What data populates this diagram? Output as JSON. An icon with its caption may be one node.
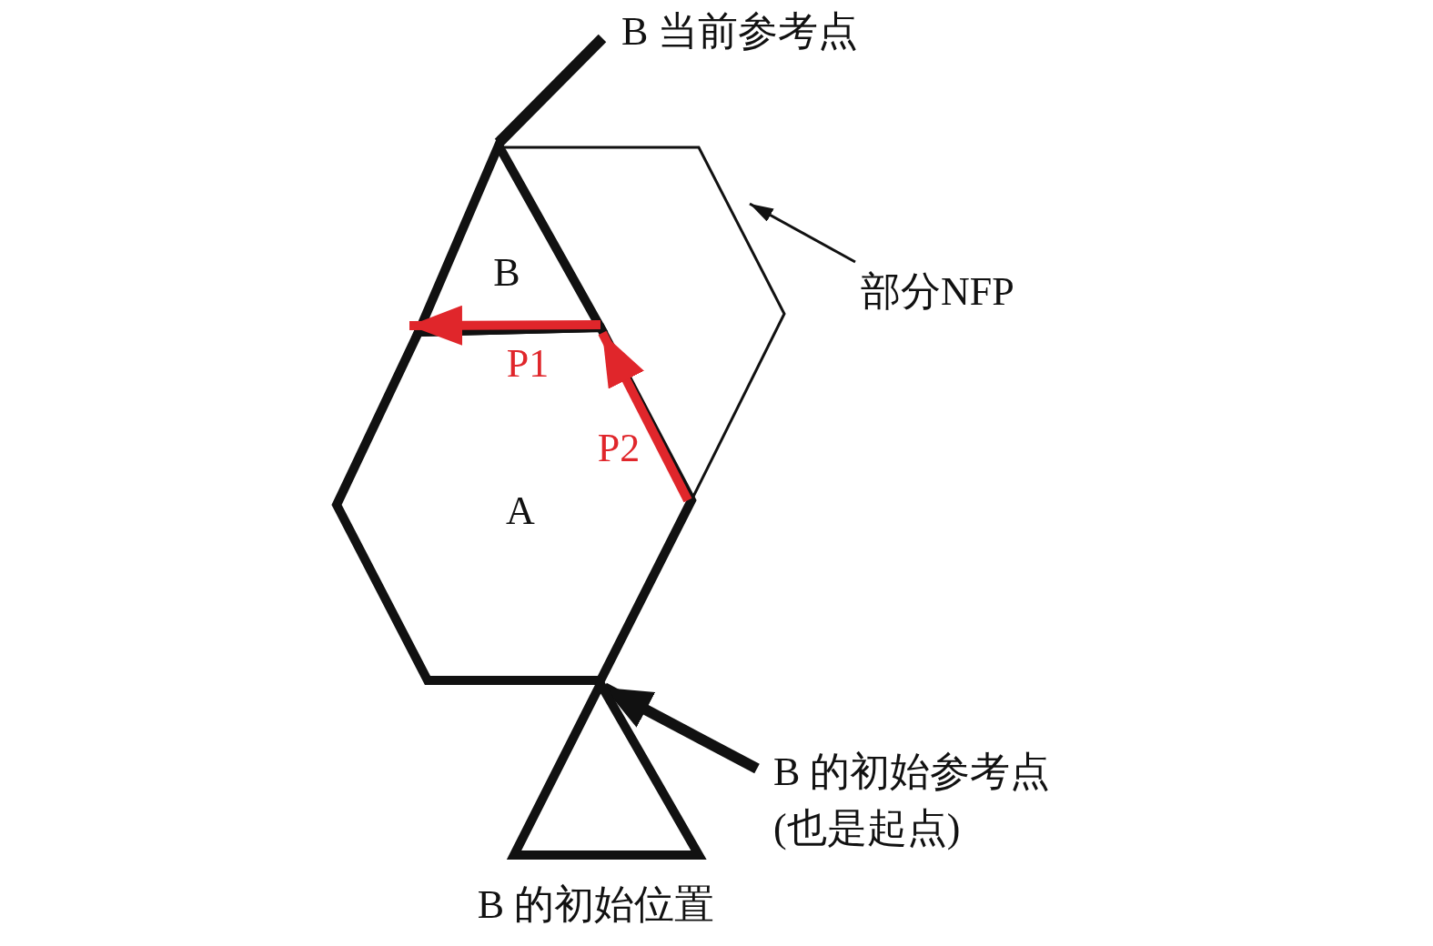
{
  "diagram": {
    "nodes": [
      {
        "text": [
          "B 当前参考点"
        ]
      },
      {
        "text": [],
        "shape": "line"
      },
      {
        "text": [
          "部分NFP"
        ]
      },
      {
        "text": [
          "A"
        ]
      },
      {
        "text": [
          "B"
        ]
      },
      {
        "text": [],
        "shape": "triangle",
        "beside": [
          "B 的初始位置"
        ]
      },
      {
        "text": [
          "B 的初始参考点 (也是起点)"
        ]
      }
    ],
    "edges": [
      {
        "from": 0,
        "to": 4,
        "arrow": "none"
      },
      {
        "from": 2,
        "to": 1,
        "arrow": "to"
      },
      {
        "from": 6,
        "to": 5,
        "arrow": "to"
      },
      {
        "from": 1,
        "to": 4,
        "arrow": "to",
        "label": "P2",
        "color": "#e0262b"
      }
    ],
    "labels": [
      "P1"
    ]
  }
}
